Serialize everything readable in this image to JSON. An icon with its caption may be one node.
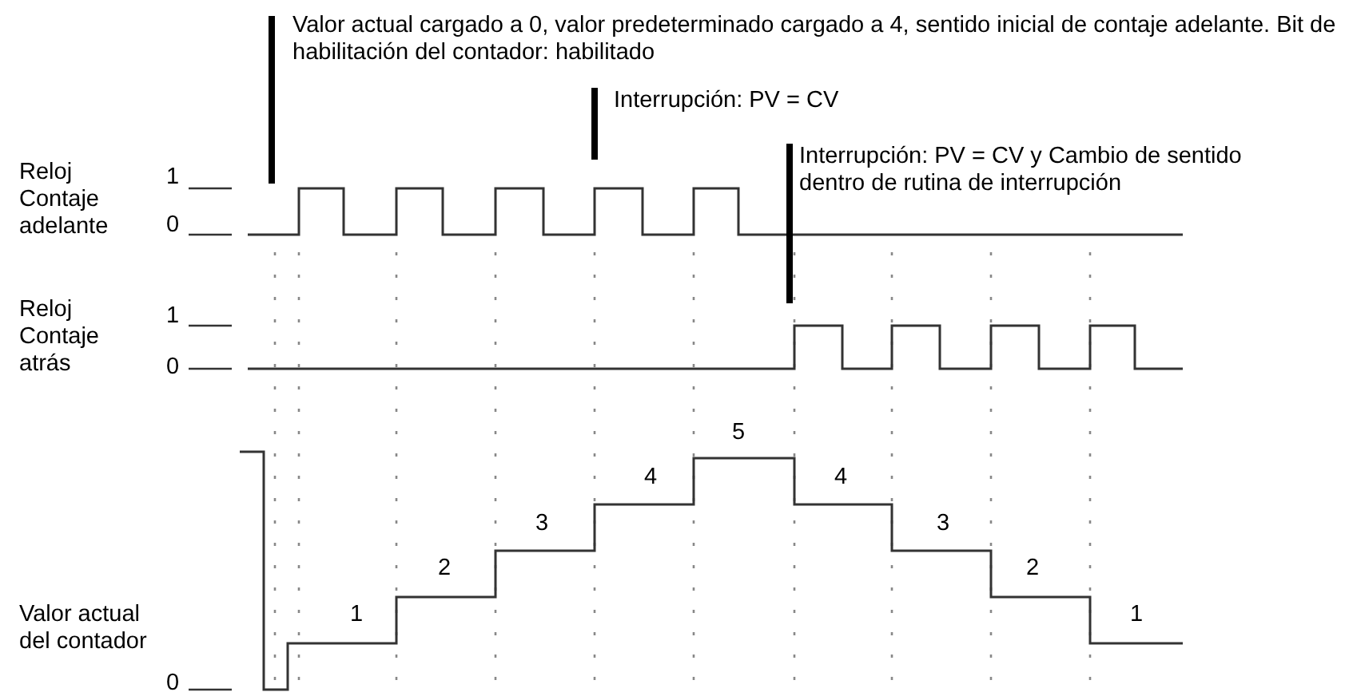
{
  "diagram": {
    "labels": [
      "Valor actual cargado a 0, valor predeterminado cargado a 4, sentido inicial de contaje adelante. Bit de habilitación del contador: habilitado",
      "Interrupción: PV = CV",
      "Reloj Contaje adelante",
      "1",
      "Interrupción: PV = CV y Cambio de sentido dentro de rutina de interrupción",
      "0",
      "Reloj Contaje atrás",
      "1",
      "0",
      "5",
      "4",
      "4",
      "3",
      "3",
      "2",
      "2",
      "1",
      "1",
      "Valor actual del contador",
      "0"
    ]
  }
}
